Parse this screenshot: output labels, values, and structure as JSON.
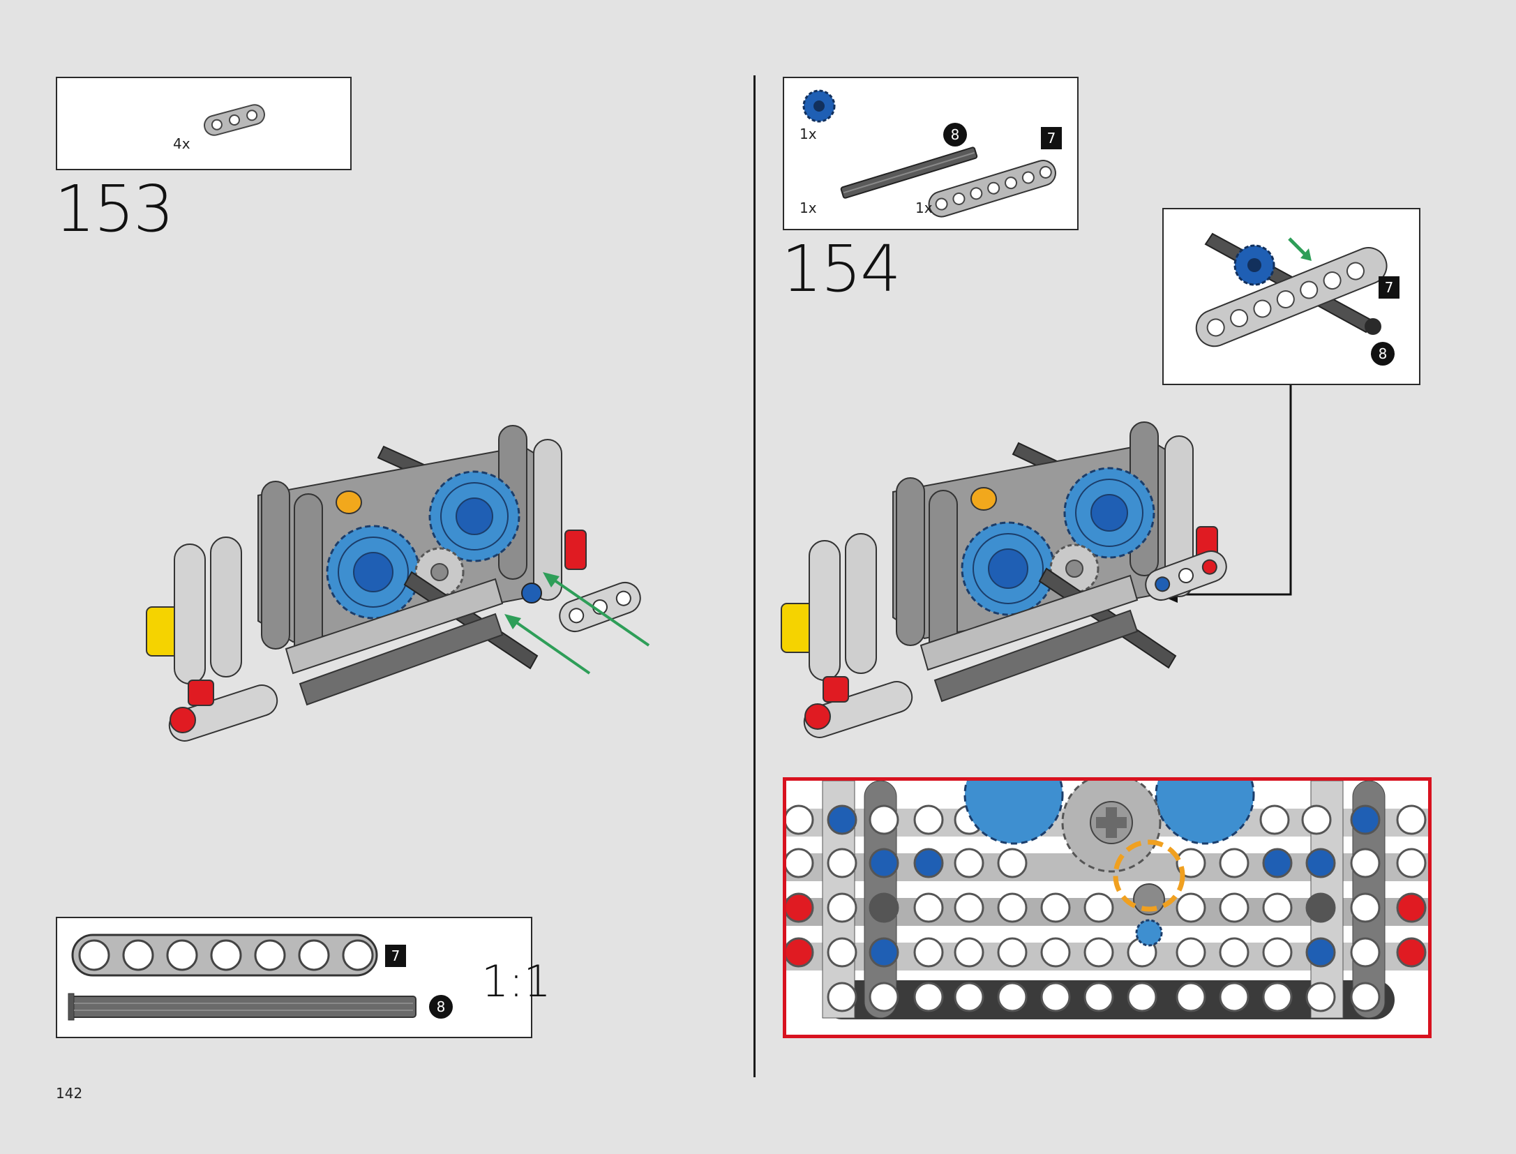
{
  "page": {
    "number": "142"
  },
  "step153": {
    "number": "153",
    "parts": [
      {
        "qty": "4x",
        "part": "beam-3-light-gray-icon"
      }
    ]
  },
  "step154": {
    "number": "154",
    "parts": [
      {
        "qty": "1x",
        "part": "gear-12-blue-icon"
      },
      {
        "qty": "1x",
        "part": "axle-8-dark-gray-icon",
        "size_label": "8"
      },
      {
        "qty": "1x",
        "part": "beam-7-light-gray-icon",
        "size_label": "7"
      }
    ],
    "callout": {
      "beam_label": "7",
      "axle_label": "8"
    }
  },
  "scale_box": {
    "beam_label": "7",
    "axle_label": "8",
    "scale_text": "1:1"
  },
  "colors": {
    "background": "#e3e3e3",
    "gear_blue": "#1f5fb4",
    "gear_light_blue": "#3e8fd0",
    "highlight_red": "#d8121f",
    "highlight_orange": "#f0a020",
    "arrow_green": "#2e9e58",
    "beam_gray": "#b9b9b9",
    "dark_gray": "#5a5a5a"
  }
}
